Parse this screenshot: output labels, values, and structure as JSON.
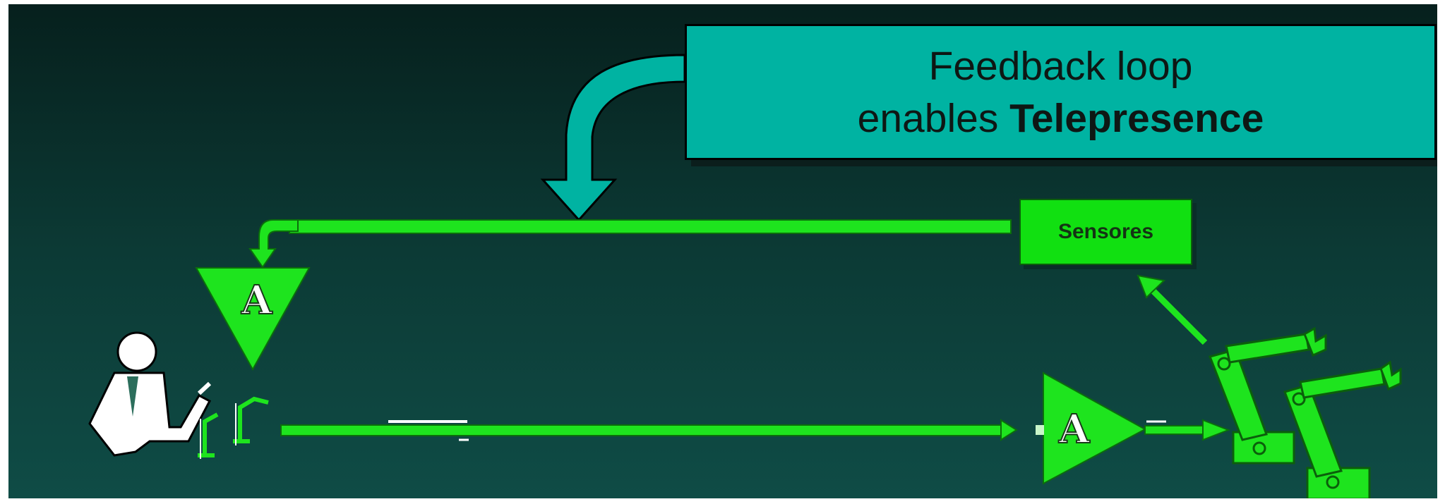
{
  "callout": {
    "line1": "Feedback loop",
    "line2_prefix": "enables ",
    "line2_emphasis": "Telepresence"
  },
  "sensors": {
    "label": "Sensores"
  },
  "amplifiers": {
    "feedback_label": "A",
    "forward_label": "A"
  },
  "colors": {
    "background_top": "#06201d",
    "background_bottom": "#0f4c46",
    "callout_fill": "#00b3a2",
    "signal_green": "#1ee41e",
    "operator_white": "#ffffff"
  }
}
